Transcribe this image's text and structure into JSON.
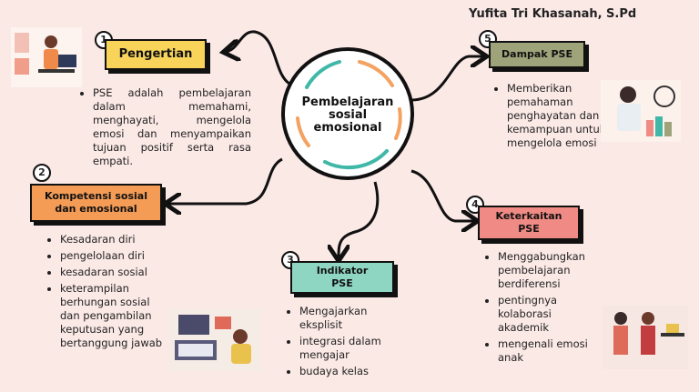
{
  "author": "Yufita Tri Khasanah, S.Pd",
  "center": {
    "title_lines": [
      "Pembelajaran",
      "sosial",
      "emosional"
    ]
  },
  "nodes": [
    {
      "number": "1",
      "title": "Pengertian",
      "color": "#f8d45a",
      "items": [
        "PSE adalah pembelajaran dalam memahami, menghayati, mengelola emosi dan menyampaikan tujuan positif serta rasa empati."
      ]
    },
    {
      "number": "2",
      "title_lines": [
        "Kompetensi sosial",
        "dan emosional"
      ],
      "color": "#f49b55",
      "items": [
        "Kesadaran diri",
        "pengelolaan diri",
        "kesadaran sosial",
        "keterampilan berhungan sosial dan pengambilan keputusan yang bertanggung jawab"
      ]
    },
    {
      "number": "3",
      "title_lines": [
        "Indikator",
        "PSE"
      ],
      "color": "#8fd6c2",
      "items": [
        "Mengajarkan eksplisit",
        "integrasi dalam mengajar",
        "budaya kelas"
      ]
    },
    {
      "number": "4",
      "title_lines": [
        "Keterkaitan",
        "PSE"
      ],
      "color": "#ef8a84",
      "items": [
        "Menggabungkan pembelajaran berdiferensi",
        "pentingnya kolaborasi akademik",
        "mengenali emosi anak"
      ]
    },
    {
      "number": "5",
      "title": "Dampak PSE",
      "color": "#9ea37a",
      "items": [
        "Memberikan pemahaman penghayatan dan kemampuan untuk mengelola emosi"
      ]
    }
  ],
  "center_colors": {
    "teal": "#3fb8a8",
    "orange": "#f4a261"
  }
}
